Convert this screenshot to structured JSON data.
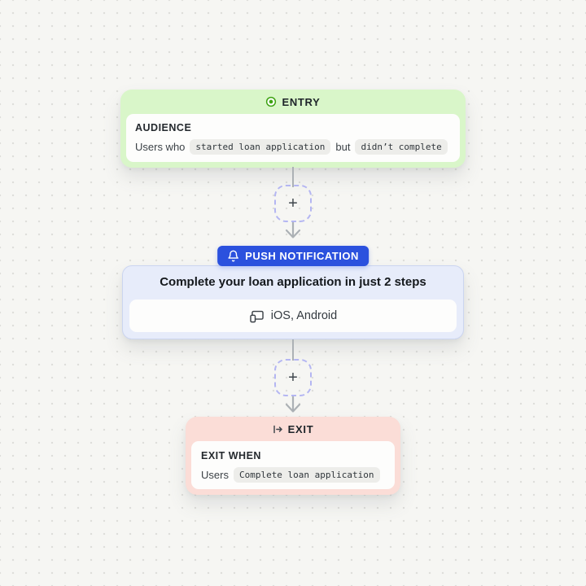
{
  "flow": {
    "entry": {
      "badge": "ENTRY",
      "section_title": "AUDIENCE",
      "prefix": "Users who",
      "chip_started": "started loan application",
      "conjunction": "but",
      "chip_incomplete": "didn’t complete"
    },
    "add_label": "+",
    "push": {
      "badge": "PUSH NOTIFICATION",
      "title": "Complete your loan application in just 2 steps",
      "channels": "iOS, Android"
    },
    "exit": {
      "badge": "EXIT",
      "section_title": "EXIT WHEN",
      "prefix": "Users",
      "chip_complete": "Complete loan application"
    }
  },
  "icons": {
    "entry_badge": "target-dot-icon",
    "push_badge": "bell-icon",
    "push_channels": "devices-icon",
    "exit_badge": "exit-arrow-icon",
    "add_step": "plus-icon",
    "connector": "arrow-down-icon"
  },
  "colors": {
    "canvas_bg": "#F6F6F3",
    "entry_bg": "#D9F6C9",
    "entry_icon_green": "#3FA313",
    "push_badge_blue": "#2B51DE",
    "push_bg": "#E7ECFA",
    "push_border": "#CBD5F0",
    "exit_bg": "#FBDDD7",
    "chip_bg": "#EDEDEA",
    "connector_gray": "#ACB1B5",
    "add_button_dashed_purple": "#B4B6F2"
  }
}
